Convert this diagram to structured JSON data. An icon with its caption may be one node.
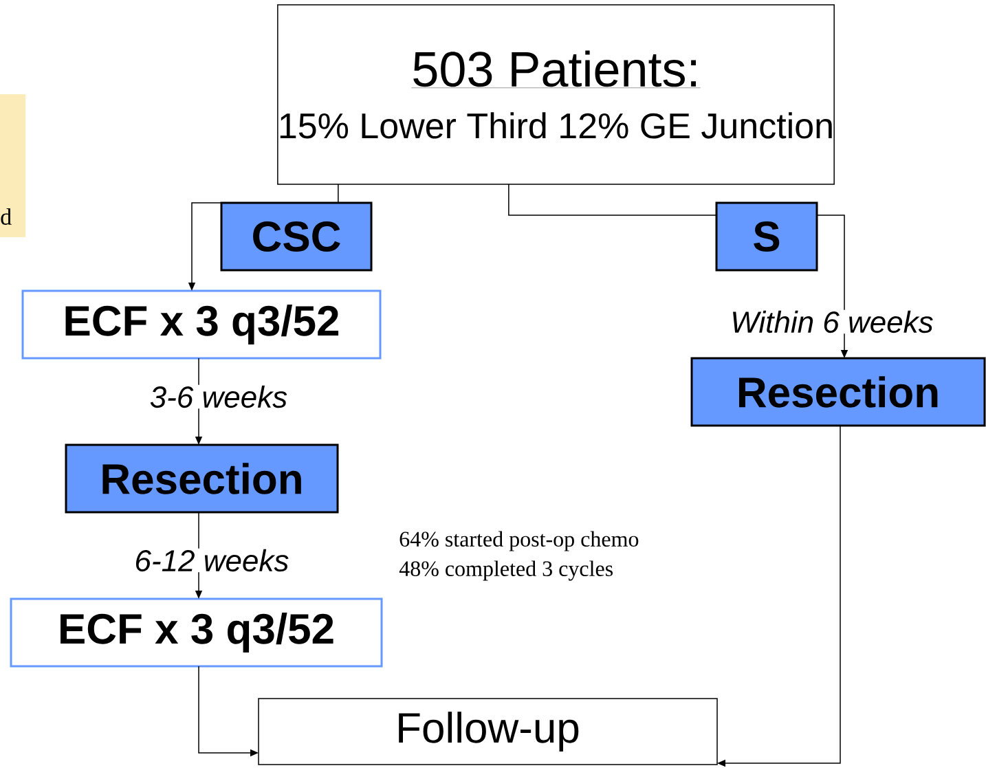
{
  "diagram": {
    "nodes": [
      {
        "text": [
          "503 Patients:",
          "15% Lower Third 12% GE Junction"
        ]
      },
      {
        "text": [
          "CSC"
        ]
      },
      {
        "text": [
          "S"
        ]
      },
      {
        "text": [
          "ECF x 3 q3/52"
        ]
      },
      {
        "text": [
          "Resection"
        ]
      },
      {
        "text": [
          "Resection"
        ]
      },
      {
        "text": [
          "ECF x 3 q3/52"
        ]
      },
      {
        "text": [
          "Follow-up"
        ]
      }
    ],
    "edges": [
      {
        "from": 0,
        "to": 1,
        "arrow": "none"
      },
      {
        "from": 1,
        "to": 3,
        "arrow": "to"
      },
      {
        "from": 0,
        "to": 2,
        "arrow": "none"
      },
      {
        "from": 2,
        "to": 4,
        "arrow": "to",
        "label": "Within 6 weeks"
      },
      {
        "from": 3,
        "to": 5,
        "arrow": "to",
        "label": "3-6 weeks"
      },
      {
        "from": 5,
        "to": 6,
        "arrow": "to",
        "label": "6-12 weeks"
      },
      {
        "from": 6,
        "to": 7,
        "arrow": "to"
      },
      {
        "from": 4,
        "to": 7,
        "arrow": "to"
      }
    ],
    "labels": [
      "d",
      "64% started post-op chemo",
      "48% completed 3 cycles"
    ]
  }
}
